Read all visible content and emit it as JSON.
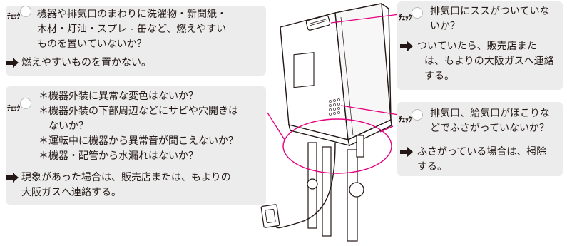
{
  "check_label": "ﾁｪｯｸ",
  "box_top_left": {
    "check_lines": [
      "機器や排気口のまわりに洗濯物・新聞紙・",
      "木材・灯油・スプレ - 缶など、燃えやすい",
      "ものを置いていないか？"
    ],
    "action": "燃えやすいものを置かない。"
  },
  "box_bottom_left": {
    "check_lines": [
      "＊機器外装に異常な変色はないか？",
      "＊機器外装の下部周辺などにサビや穴開きは",
      "　ないか？",
      "＊運転中に機器から異常音が聞こえないか？",
      "＊機器・配管から水漏れはないか？"
    ],
    "action_lines": [
      "現象があった場合は、販売店または、もよりの",
      "大阪ガスへ連絡する。"
    ]
  },
  "box_top_right": {
    "check_lines": [
      "排気口にススがついていな",
      "いか？"
    ],
    "action_lines": [
      "ついていたら、販売店また",
      "は、もよりの大阪ガスへ連絡",
      "する。"
    ]
  },
  "box_mid_right": {
    "check_lines": [
      "排気口、給気口がほこりな",
      "どでふさがっていないか？"
    ],
    "action_lines": [
      "ふさがっている場合は、掃除",
      "する。"
    ]
  },
  "colors": {
    "box_bg": "#ececec",
    "callout": "#e4007f",
    "ink": "#231815"
  }
}
